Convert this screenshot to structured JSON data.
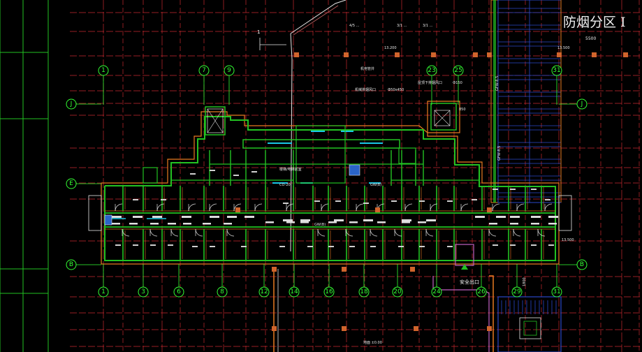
{
  "title": "防烟分区 I",
  "top_dim": "5500",
  "level_label": "13.200",
  "top_labels": [
    "4/5 ...",
    "3/1 ...",
    "3/1 ..."
  ],
  "stair_one": "1",
  "annotations": {
    "room_label": "机电管井",
    "smoke_vent": "机械排烟风口",
    "vent_size": "Ф50x450",
    "lower_vent": "屋顶下排烟风口",
    "phi": "Ф150",
    "gfw": "GFW-8.5",
    "gfw2": "GFW-8.5",
    "el1": "13.500",
    "el2": "13.500",
    "gw_a": "GW(B)",
    "gw_b": "GW(B)",
    "cor": "CO-20",
    "mid_label": "楼梯/电梯前室",
    "exit_label": "安全出口",
    "bottom_mark": "地面 ±0.00",
    "right_dim": "1800",
    "dim_650": "850"
  },
  "axes": {
    "top": [
      "1",
      "7",
      "9",
      "23",
      "25",
      "31"
    ],
    "left": [
      "J",
      "E",
      "B"
    ],
    "right": [
      "J",
      "B"
    ],
    "bottom": [
      "1",
      "3",
      "6",
      "8",
      "12",
      "14",
      "16",
      "18",
      "20",
      "24",
      "26",
      "29",
      "31"
    ]
  },
  "colors": {
    "background": "#000000",
    "grid_red": "#c8282f",
    "wall_green": "#22c222",
    "wall_orange": "#e87a20",
    "cyan": "#19c8e6",
    "white": "#ffffff",
    "yellow": "#f0e040",
    "magenta": "#c060c0",
    "blue": "#2a48c8"
  }
}
